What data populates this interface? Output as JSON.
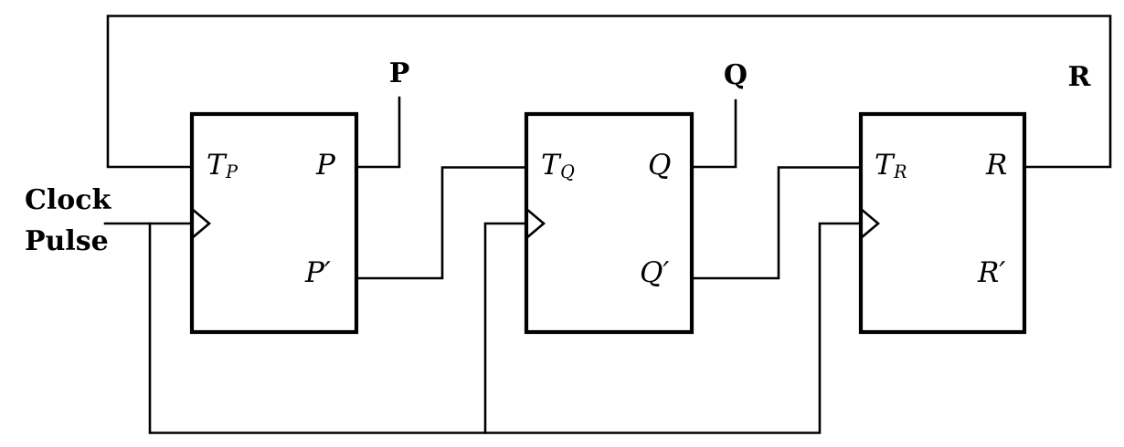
{
  "colors": {
    "line": "#000000",
    "background": "#ffffff",
    "text": "#000000"
  },
  "clock_label": {
    "line1": "Clock",
    "line2": "Pulse"
  },
  "output_taps": {
    "p": "P",
    "q": "Q",
    "r": "R"
  },
  "flipflops": [
    {
      "input_main": "T",
      "input_sub": "P",
      "output_top": "P",
      "output_bottom": "P′"
    },
    {
      "input_main": "T",
      "input_sub": "Q",
      "output_top": "Q",
      "output_bottom": "Q′"
    },
    {
      "input_main": "T",
      "input_sub": "R",
      "output_top": "R",
      "output_bottom": "R′"
    }
  ]
}
